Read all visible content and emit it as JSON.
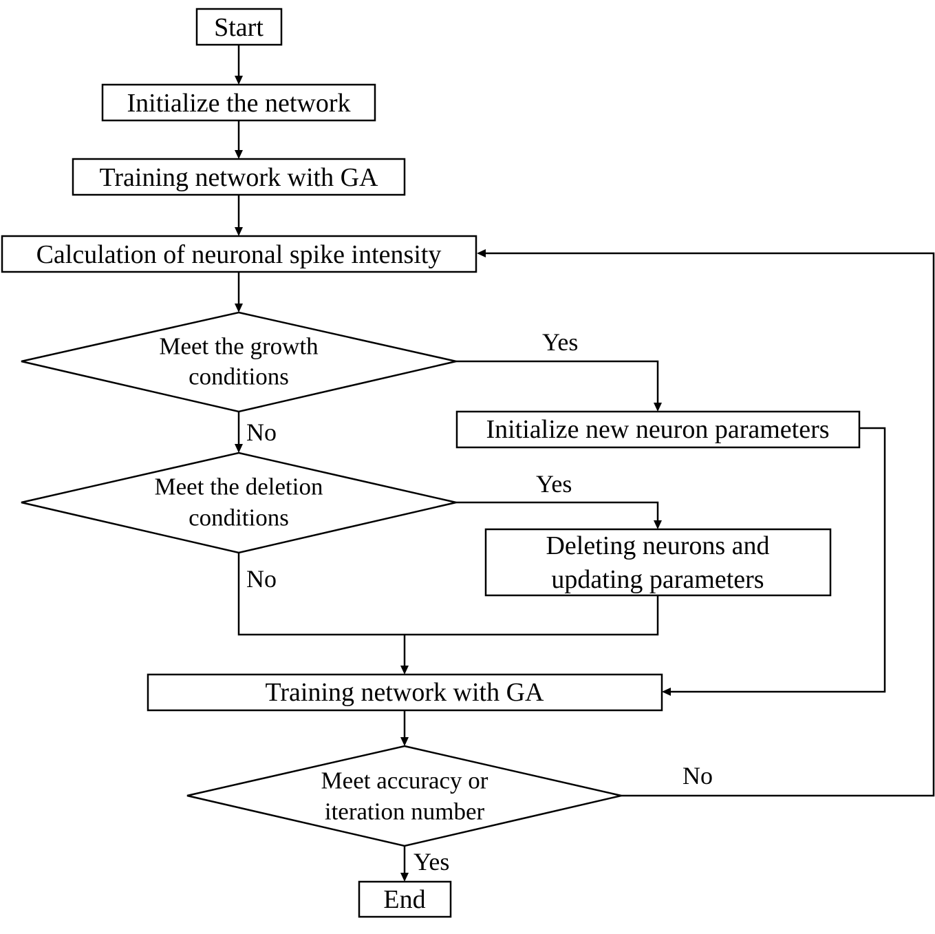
{
  "nodes": {
    "start": "Start",
    "init_network": "Initialize the network",
    "train_ga_1": "Training network with GA",
    "calc_spike": "Calculation of neuronal spike intensity",
    "growth_decision": [
      "Meet the growth",
      "conditions"
    ],
    "init_neuron_params": "Initialize new neuron parameters",
    "deletion_decision": [
      "Meet the deletion",
      "conditions"
    ],
    "delete_neurons": [
      "Deleting neurons and",
      "updating parameters"
    ],
    "train_ga_2": "Training network with GA",
    "accuracy_decision": [
      "Meet accuracy or",
      "iteration number"
    ],
    "end": "End"
  },
  "edge_labels": {
    "growth_yes": "Yes",
    "growth_no": "No",
    "deletion_yes": "Yes",
    "deletion_no": "No",
    "accuracy_no": "No",
    "accuracy_yes": "Yes"
  }
}
